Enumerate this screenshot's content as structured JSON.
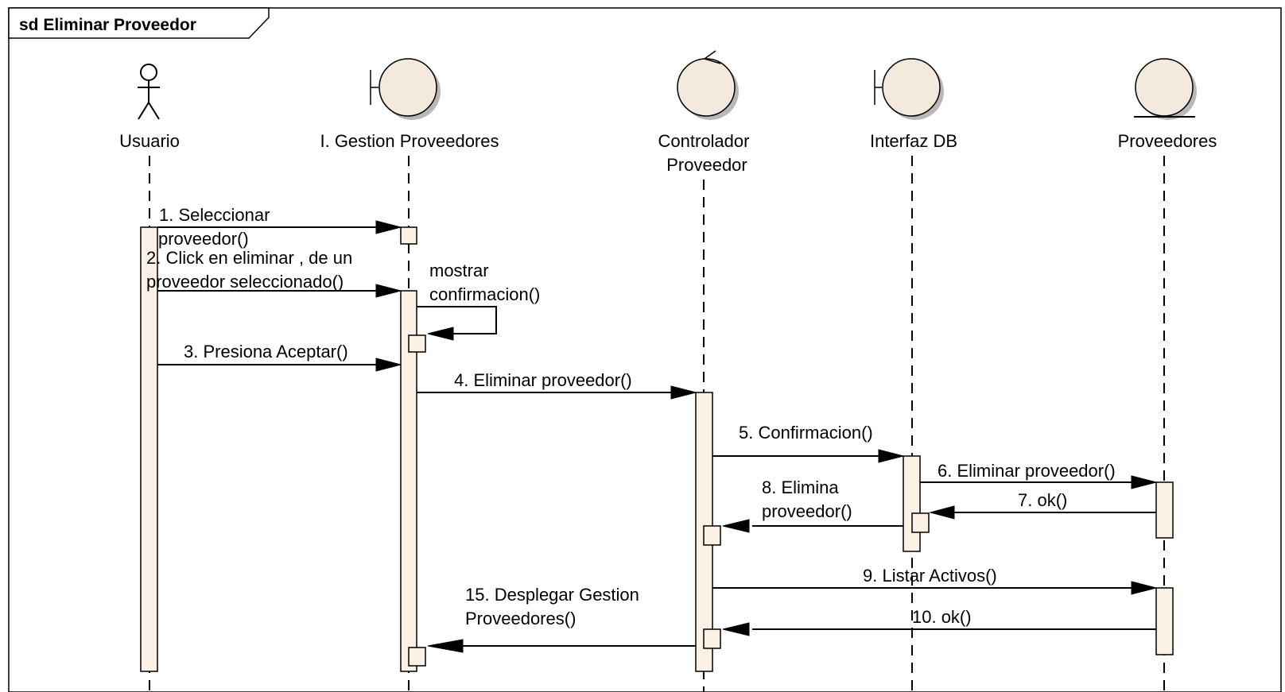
{
  "frame": {
    "title": "sd Eliminar Proveedor"
  },
  "lifelines": [
    {
      "id": "usuario",
      "kind": "actor",
      "label": [
        "Usuario"
      ]
    },
    {
      "id": "gestion",
      "kind": "boundary",
      "label": [
        "I. Gestion Proveedores"
      ]
    },
    {
      "id": "controlador",
      "kind": "control",
      "label": [
        "Controlador",
        "Proveedor"
      ]
    },
    {
      "id": "interfaz",
      "kind": "boundary",
      "label": [
        "Interfaz DB"
      ]
    },
    {
      "id": "proveedores",
      "kind": "entity",
      "label": [
        "Proveedores"
      ]
    }
  ],
  "messages": [
    {
      "label": [
        "1. Seleccionar",
        "proveedor()"
      ],
      "from": "usuario",
      "to": "gestion"
    },
    {
      "label": [
        "2. Click en eliminar , de un",
        "proveedor seleccionado()"
      ],
      "from": "usuario",
      "to": "gestion"
    },
    {
      "label": [
        "mostrar",
        "confirmacion()"
      ],
      "from": "gestion",
      "to": "gestion"
    },
    {
      "label": [
        "3. Presiona Aceptar()"
      ],
      "from": "usuario",
      "to": "gestion"
    },
    {
      "label": [
        "4. Eliminar proveedor()"
      ],
      "from": "gestion",
      "to": "controlador"
    },
    {
      "label": [
        "5. Confirmacion()"
      ],
      "from": "controlador",
      "to": "interfaz"
    },
    {
      "label": [
        "6. Eliminar proveedor()"
      ],
      "from": "interfaz",
      "to": "proveedores"
    },
    {
      "label": [
        "7. ok()"
      ],
      "from": "proveedores",
      "to": "interfaz"
    },
    {
      "label": [
        "8. Elimina",
        "proveedor()"
      ],
      "from": "interfaz",
      "to": "controlador"
    },
    {
      "label": [
        "9. Listar Activos()"
      ],
      "from": "controlador",
      "to": "proveedores"
    },
    {
      "label": [
        "10. ok()"
      ],
      "from": "proveedores",
      "to": "controlador"
    },
    {
      "label": [
        "15. Desplegar Gestion",
        "Proveedores()"
      ],
      "from": "controlador",
      "to": "gestion"
    }
  ],
  "colors": {
    "element_fill": "#f3e9dc",
    "activation_fill": "#fbf1e4",
    "shadow": "#b8b8b8",
    "line": "#000000"
  }
}
